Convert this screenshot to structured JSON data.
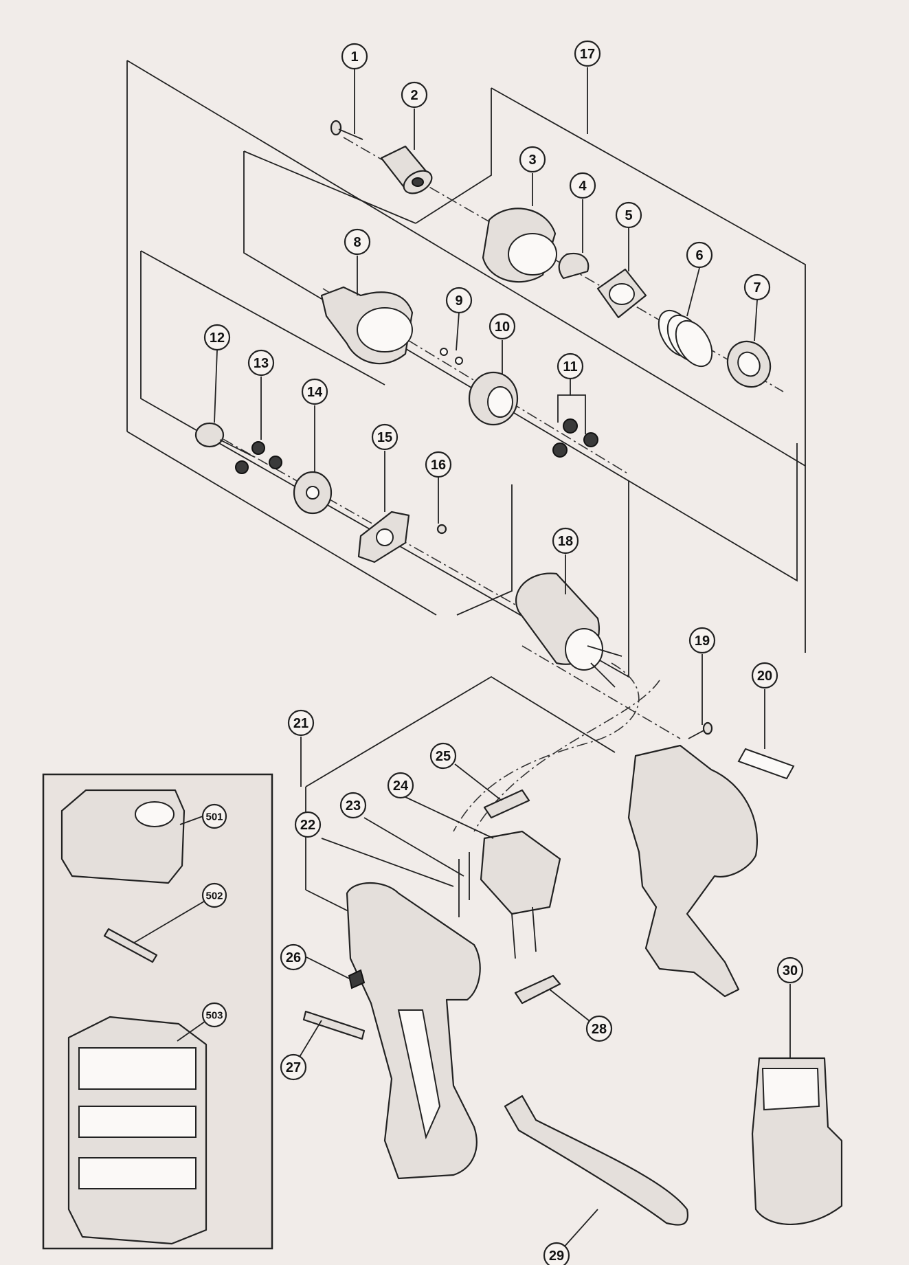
{
  "diagram": {
    "part_numbers": [
      "1",
      "2",
      "3",
      "4",
      "5",
      "6",
      "7",
      "8",
      "9",
      "10",
      "11",
      "12",
      "13",
      "14",
      "15",
      "16",
      "17",
      "18",
      "19",
      "20",
      "21",
      "22",
      "23",
      "24",
      "25",
      "26",
      "27",
      "28",
      "29",
      "30"
    ],
    "accessory_numbers": [
      "501",
      "502",
      "503"
    ]
  }
}
